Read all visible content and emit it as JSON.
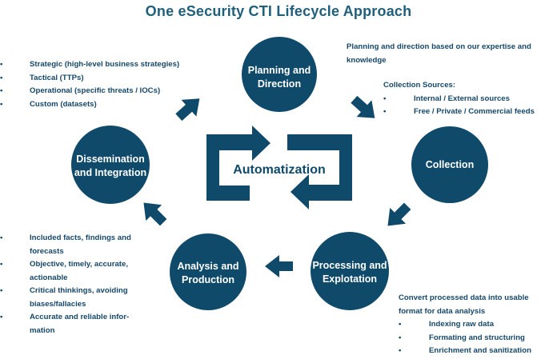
{
  "title": "One eSecurity CTI Lifecycle Approach",
  "colors": {
    "primary": "#0f4a6a",
    "text": "#14476a",
    "title": "#1f5f7c"
  },
  "center": {
    "label": "Automatization"
  },
  "nodes": {
    "planning": {
      "line1": "Planning and",
      "line2": "Direction"
    },
    "collection": {
      "line1": "Collection"
    },
    "processing": {
      "line1": "Processing and",
      "line2": "Explotation"
    },
    "analysis": {
      "line1": "Analysis and",
      "line2": "Production"
    },
    "dissemination": {
      "line1": "Dissemination",
      "line2": "and Integration"
    }
  },
  "notes": {
    "strategic": {
      "items": [
        "Strategic (high-level business strategies)",
        "Tactical (TTPs)",
        "Operational (specific threats / IOCs)",
        "Custom (datasets)"
      ]
    },
    "planning": {
      "line1": "Planning and direction based on our expertise and",
      "line2": "knowledge"
    },
    "collection": {
      "heading": "Collection Sources:",
      "items": [
        "Internal / External sources",
        "Free / Private / Commercial feeds"
      ]
    },
    "analysis": {
      "items": [
        {
          "line1": "Included facts, findings and",
          "line2": "forecasts"
        },
        {
          "line1": "Objective, timely, accurate,",
          "line2": "actionable"
        },
        {
          "line1": "Critical thinkings, avoiding",
          "line2": "biases/fallacies"
        },
        {
          "line1": "Accurate and reliable infor-",
          "line2": "mation"
        }
      ]
    },
    "processing": {
      "line1": "Convert processed data into usable",
      "line2": "format for data analysis",
      "items": [
        "Indexing raw data",
        "Formating and structuring",
        "Enrichment and sanitization"
      ]
    }
  }
}
